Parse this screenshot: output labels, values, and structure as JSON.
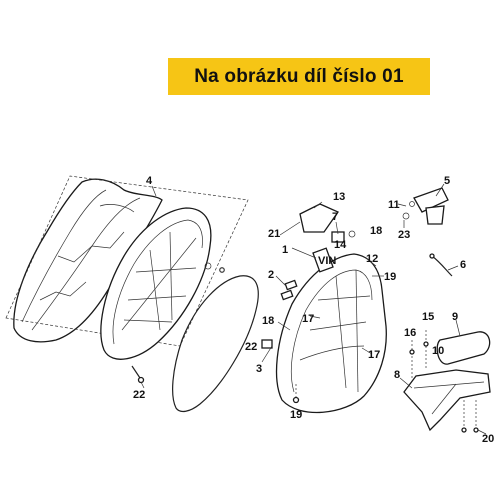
{
  "banner": {
    "text": "Na obrázku díl číslo 01",
    "color": "#f6c515"
  },
  "callouts": [
    {
      "id": "c1",
      "text": "1"
    },
    {
      "id": "c2",
      "text": "2"
    },
    {
      "id": "c3",
      "text": "3"
    },
    {
      "id": "c4",
      "text": "4"
    },
    {
      "id": "c5",
      "text": "5"
    },
    {
      "id": "c6",
      "text": "6"
    },
    {
      "id": "c7",
      "text": "7"
    },
    {
      "id": "c8",
      "text": "8"
    },
    {
      "id": "c9",
      "text": "9"
    },
    {
      "id": "c10",
      "text": "10"
    },
    {
      "id": "c11",
      "text": "11"
    },
    {
      "id": "c12",
      "text": "12"
    },
    {
      "id": "c13",
      "text": "13"
    },
    {
      "id": "c14",
      "text": "14"
    },
    {
      "id": "c15",
      "text": "15"
    },
    {
      "id": "c16",
      "text": "16"
    },
    {
      "id": "c17a",
      "text": "17"
    },
    {
      "id": "c17b",
      "text": "17"
    },
    {
      "id": "c18a",
      "text": "18"
    },
    {
      "id": "c18b",
      "text": "18"
    },
    {
      "id": "c19a",
      "text": "19"
    },
    {
      "id": "c19b",
      "text": "19"
    },
    {
      "id": "c20",
      "text": "20"
    },
    {
      "id": "c21",
      "text": "21"
    },
    {
      "id": "c22a",
      "text": "22"
    },
    {
      "id": "c22b",
      "text": "22"
    },
    {
      "id": "c23",
      "text": "23"
    }
  ],
  "label_plate_text": "VIN"
}
